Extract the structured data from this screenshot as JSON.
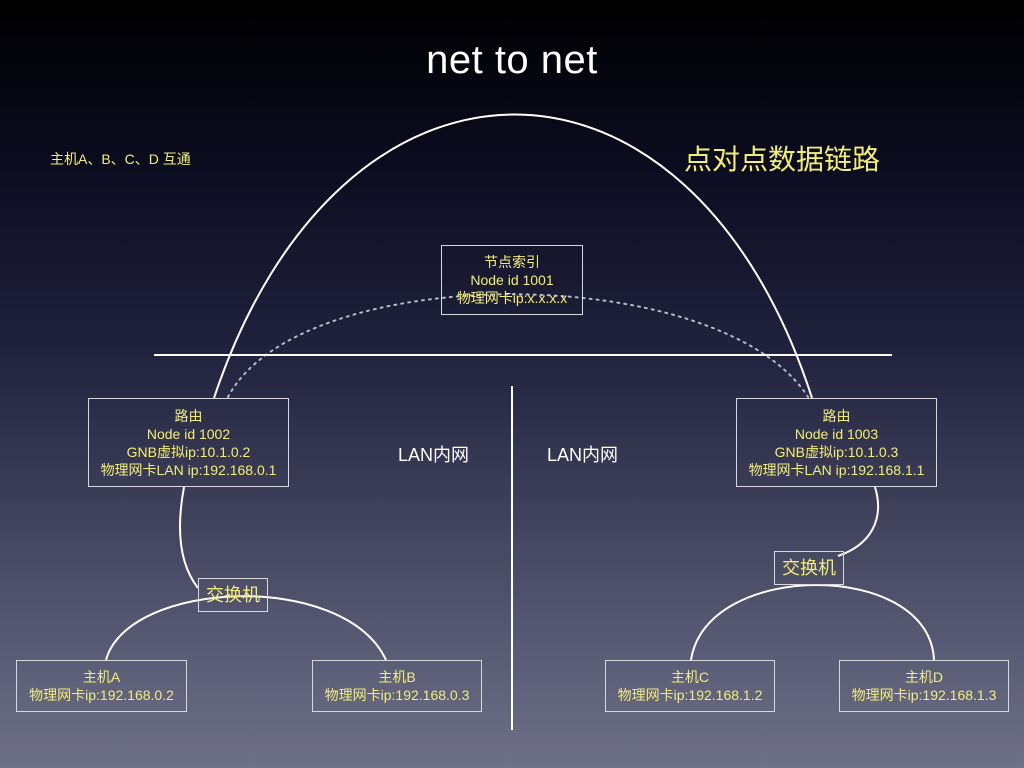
{
  "title": "net to net",
  "note": "主机A、B、C、D 互通",
  "p2p_label": "点对点数据链路",
  "lan_left": "LAN内网",
  "lan_right": "LAN内网",
  "index_node": {
    "line1": "节点索引",
    "line2": "Node id 1001",
    "line3": "物理网卡ip:x.x.x.x"
  },
  "router_left": {
    "line1": "路由",
    "line2": "Node id 1002",
    "line3": "GNB虚拟ip:10.1.0.2",
    "line4": "物理网卡LAN ip:192.168.0.1"
  },
  "router_right": {
    "line1": "路由",
    "line2": "Node id 1003",
    "line3": "GNB虚拟ip:10.1.0.3",
    "line4": "物理网卡LAN ip:192.168.1.1"
  },
  "switch_left": "交换机",
  "switch_right": "交换机",
  "host_a": {
    "line1": "主机A",
    "line2": "物理网卡ip:192.168.0.2"
  },
  "host_b": {
    "line1": "主机B",
    "line2": "物理网卡ip:192.168.0.3"
  },
  "host_c": {
    "line1": "主机C",
    "line2": "物理网卡ip:192.168.1.2"
  },
  "host_d": {
    "line1": "主机D",
    "line2": "物理网卡ip:192.168.1.3"
  },
  "colors": {
    "label": "#f3ee7a",
    "line": "#ffffff",
    "border": "#d8d8de"
  }
}
